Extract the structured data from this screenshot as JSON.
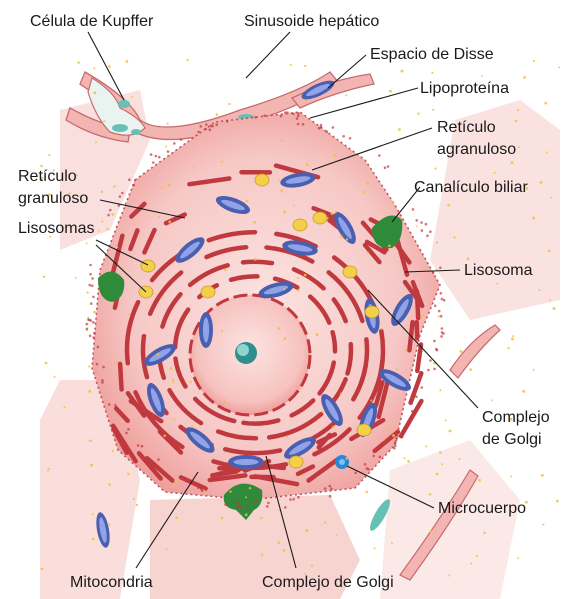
{
  "labels": {
    "kupffer": "Célula de Kupffer",
    "sinusoid": "Sinusoide hepático",
    "disse": "Espacio de Disse",
    "lipoprotein": "Lipoproteína",
    "ser_line1": "Retículo",
    "ser_line2": "agranuloso",
    "canaliculus": "Canalículo biliar",
    "rer_line1": "Retículo",
    "rer_line2": "granuloso",
    "lysosomes": "Lisosomas",
    "lysosome": "Lisosoma",
    "golgi_right_line1": "Complejo",
    "golgi_right_line2": "de Golgi",
    "microbody": "Microcuerpo",
    "mitochondria": "Mitocondria",
    "golgi_bottom": "Complejo de Golgi"
  },
  "colors": {
    "cytoplasm": "#f7cfcc",
    "cell_glow": "#f3b0ad",
    "membrane": "#b9565a",
    "reticulum": "#c0393f",
    "mitochondria": "#4a5fb0",
    "mito_inner": "#8fa3e6",
    "lysosome": "#f3cf4a",
    "canaliculus": "#2f8a3a",
    "microbody": "#2a86d6",
    "nucleus": "#f2a8a6",
    "nucleolus": "#2f8f8f",
    "granules": "#f0c040"
  }
}
